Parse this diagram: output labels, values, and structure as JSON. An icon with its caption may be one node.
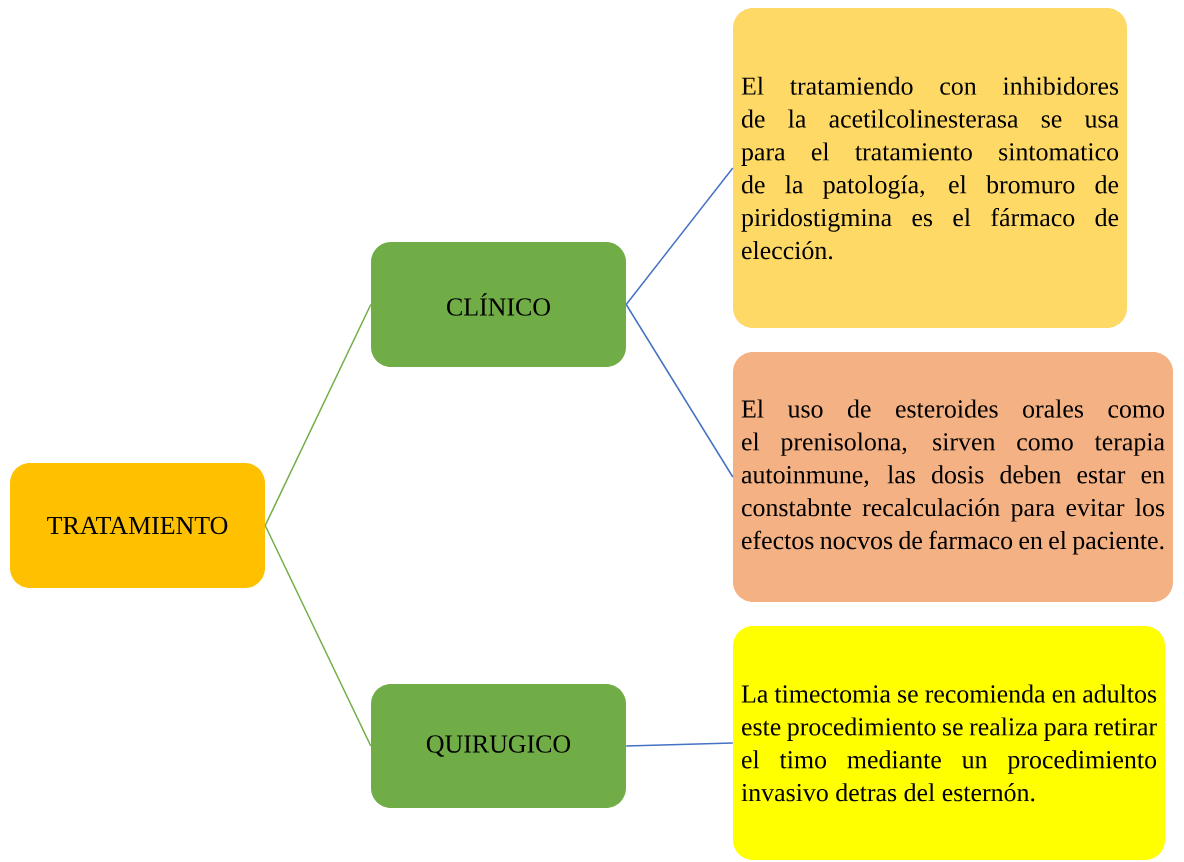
{
  "diagram": {
    "nodes": [
      {
        "text": [
          "TRATAMIENTO"
        ]
      },
      {
        "text": [
          "CLÍNICO"
        ]
      },
      {
        "text": [
          "QUIRUGICO"
        ]
      },
      {
        "text": [
          "El tratamiendo con inhibidores de la acetilcolinesterasa se usa para el tratamiento sintomatico de la patología, el bromuro de piridostigmina es el fármaco de elección."
        ]
      },
      {
        "text": [
          "El uso de esteroides orales como el prenisolona, sirven como terapia autoinmune, las dosis deben estar en constabnte recalculación para evitar los efectos nocvos de farmaco en el paciente."
        ]
      },
      {
        "text": [
          "La timectomia se recomienda en adultos este procedimiento se realiza para retirar el timo mediante un procedimiento invasivo detras del esternón."
        ]
      }
    ],
    "edges": [
      {
        "from": 0,
        "to": 1,
        "arrow": "none",
        "color": "#70ad47"
      },
      {
        "from": 0,
        "to": 2,
        "arrow": "none",
        "color": "#70ad47"
      },
      {
        "from": 1,
        "to": 3,
        "arrow": "none"
      },
      {
        "from": 1,
        "to": 4,
        "arrow": "none"
      },
      {
        "from": 2,
        "to": 5,
        "arrow": "none"
      }
    ]
  }
}
